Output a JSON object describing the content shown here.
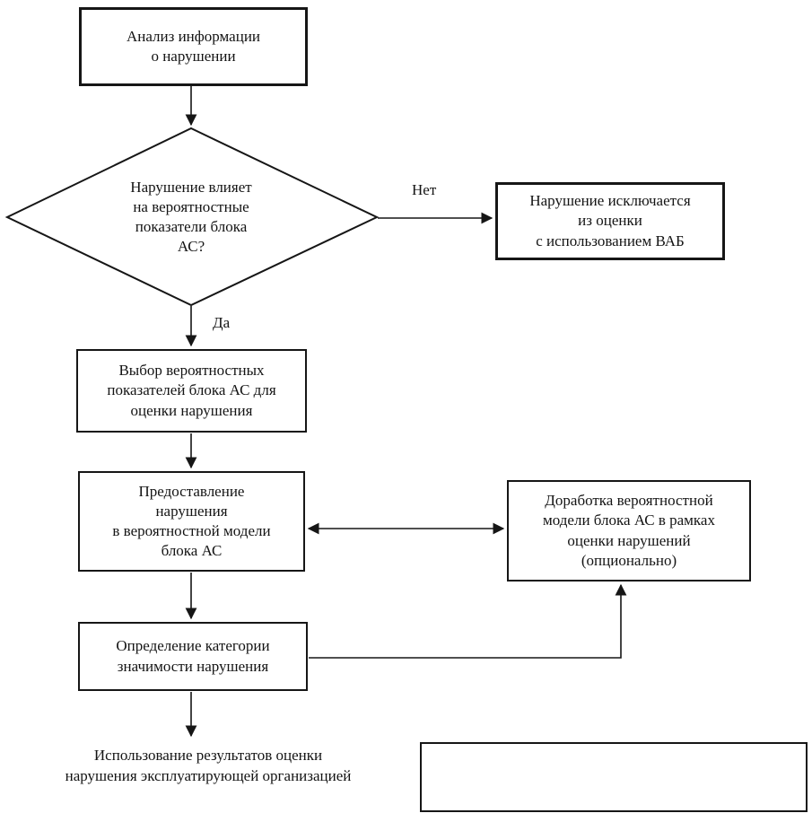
{
  "nodes": {
    "analysis": {
      "label": "Анализ информации\nо нарушении"
    },
    "decision": {
      "label": "Нарушение влияет\nна вероятностные\nпоказатели блока\nАС?"
    },
    "excluded": {
      "label": "Нарушение исключается\nиз оценки\nс использованием ВАБ"
    },
    "select": {
      "label": "Выбор вероятностных\nпоказателей блока АС для\nоценки нарушения"
    },
    "represent": {
      "label": "Предоставление\nнарушения\nв вероятностной модели\nблока АС"
    },
    "refine": {
      "label": "Доработка вероятностной\nмодели блока АС в рамках\nоценки нарушений\n(опционально)"
    },
    "category": {
      "label": "Определение категории\nзначимости нарушения"
    },
    "use_results": {
      "label": "Использование результатов оценки\nнарушения эксплуатирующей организацией"
    },
    "empty_note": {
      "label": ""
    }
  },
  "edge_labels": {
    "yes": "Да",
    "no": "Нет"
  },
  "colors": {
    "ink": "#161616",
    "paper": "#ffffff"
  }
}
